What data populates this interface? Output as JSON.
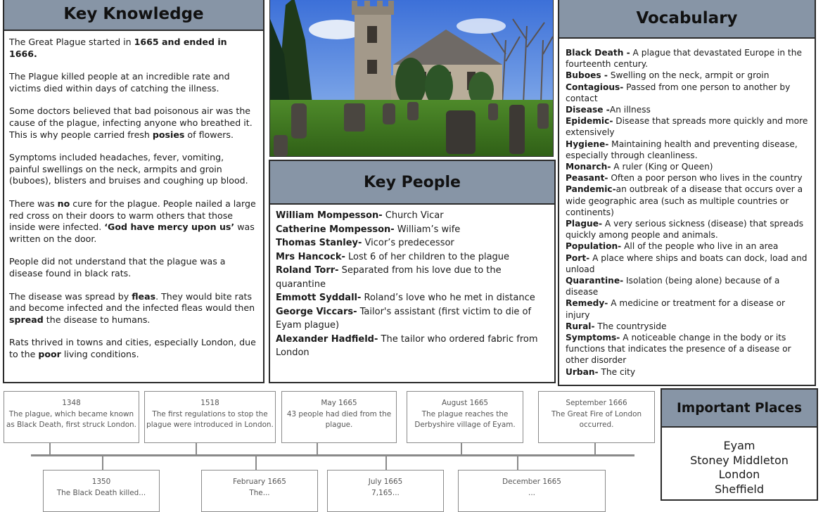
{
  "key_knowledge": {
    "title": "Key Knowledge",
    "p1": {
      "a": "The Great Plague started in ",
      "b": "1665 and ended in 1666."
    },
    "p2": "The Plague killed people at an incredible rate and victims died within days of catching the illness.",
    "p3": {
      "a": "Some doctors believed that bad poisonous air was the cause of the plague, infecting anyone who breathed it. This is why people carried fresh ",
      "b": "posies",
      "c": " of flowers."
    },
    "p4": "Symptoms included headaches, fever, vomiting, painful swellings on the neck, armpits and groin (buboes), blisters and bruises and coughing up blood.",
    "p5": {
      "a": "There was ",
      "b": "no",
      "c": " cure for the plague. People nailed a large red cross on their doors to warm others that those inside were infected. ",
      "d": "‘God have mercy upon us’",
      "e": " was written on the door."
    },
    "p6": "People did not understand that the plague was a disease found in black rats.",
    "p7": {
      "a": "The disease was spread by ",
      "b": "fleas",
      "c": ". They would bite rats and become infected and the infected fleas would then ",
      "d": "spread",
      "e": " the disease to humans."
    },
    "p8": {
      "a": "Rats thrived in towns and cities, especially London, due to the ",
      "b": "poor",
      "c": " living conditions."
    }
  },
  "key_people": {
    "title": "Key People",
    "items": [
      {
        "name": "William Mompesson-",
        "desc": " Church Vicar"
      },
      {
        "name": "Catherine Mompesson-",
        "desc": " William’s wife"
      },
      {
        "name": "Thomas Stanley-",
        "desc": " Vicor’s predecessor"
      },
      {
        "name": "Mrs Hancock-",
        "desc": " Lost 6 of her children to the plague"
      },
      {
        "name": "Roland Torr-",
        "desc": " Separated from his love due to the quarantine"
      },
      {
        "name": "Emmott Syddall-",
        "desc": " Roland’s love who he met in distance"
      },
      {
        "name": "George Viccars-",
        "desc": " Tailor's assistant (first victim to die of Eyam plague)"
      },
      {
        "name": "Alexander Hadfield-",
        "desc": " The tailor who ordered fabric from London"
      }
    ]
  },
  "vocabulary": {
    "title": "Vocabulary",
    "items": [
      {
        "term": "Black Death -",
        "def": " A plague that devastated Europe in the fourteenth century."
      },
      {
        "term": "Buboes -",
        "def": " Swelling on the neck, armpit or groin"
      },
      {
        "term": "Contagious-",
        "def": " Passed from one person to another by contact"
      },
      {
        "term": "Disease -",
        "def": "An illness"
      },
      {
        "term": "Epidemic-",
        "def": " Disease that spreads more quickly and more extensively"
      },
      {
        "term": "Hygiene-",
        "def": " Maintaining health and preventing disease, especially through cleanliness."
      },
      {
        "term": "Monarch-",
        "def": " A ruler (King or Queen)"
      },
      {
        "term": "Peasant-",
        "def": " Often a poor person who lives in the country"
      },
      {
        "term": "Pandemic-",
        "def": "an outbreak of a disease that occurs over a wide geographic area (such as multiple countries or continents)"
      },
      {
        "term": "Plague-",
        "def": " A very serious sickness (disease) that spreads quickly among people and animals."
      },
      {
        "term": "Population-",
        "def": " All of the people who live in an area"
      },
      {
        "term": "Port-",
        "def": " A place where ships and boats can dock, load and unload"
      },
      {
        "term": "Quarantine-",
        "def": "  Isolation (being alone) because of a disease"
      },
      {
        "term": "Remedy-",
        "def": " A medicine or treatment for a disease or injury"
      },
      {
        "term": "Rural-",
        "def": " The countryside"
      },
      {
        "term": "Symptoms-",
        "def": "  A noticeable change in the body or its functions that indicates the presence of a disease or other disorder"
      },
      {
        "term": "Urban-",
        "def": " The city"
      }
    ]
  },
  "timeline": {
    "top": [
      {
        "date": "1348",
        "text": "The plague, which became known as Black Death, first struck London."
      },
      {
        "date": "1518",
        "text": "The first regulations to stop the plague were introduced in London."
      },
      {
        "date": "May 1665",
        "text": "43 people had died from the plague."
      },
      {
        "date": "August 1665",
        "text": "The plague reaches the Derbyshire village of Eyam."
      },
      {
        "date": "September 1666",
        "text": "The Great Fire of London occurred."
      }
    ],
    "bottom": [
      {
        "date": "1350",
        "text": "The Black Death killed..."
      },
      {
        "date": "February 1665",
        "text": "The..."
      },
      {
        "date": "July 1665",
        "text": "7,165..."
      },
      {
        "date": "December 1665",
        "text": "..."
      }
    ]
  },
  "important_places": {
    "title": "Important Places",
    "items": [
      "Eyam",
      "Stoney Middleton",
      "London",
      "Sheffield"
    ]
  },
  "colors": {
    "header": "#8795a6",
    "border": "#2b2b2b"
  }
}
